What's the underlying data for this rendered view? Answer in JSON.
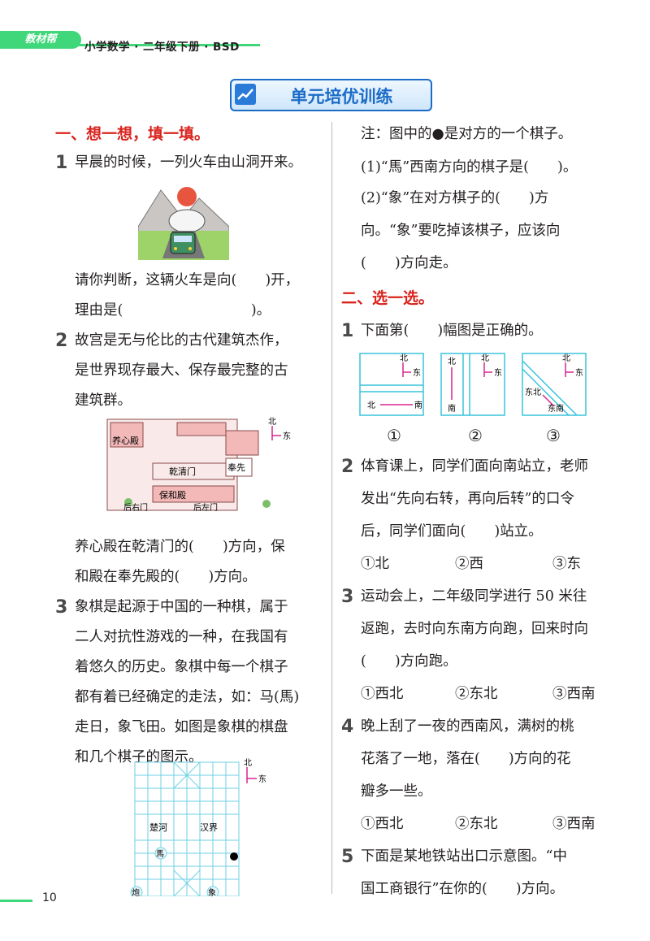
{
  "header": {
    "tag": "教材帮",
    "book": "小学数学 · 二年级下册 · BSD"
  },
  "title": "单元培优训练",
  "left": {
    "section1": "一、想一想，填一填。",
    "q1": {
      "num": "1",
      "l1": "早晨的时候，一列火车由山洞开来。",
      "l2": "请你判断，这辆火车是向(　　)开，",
      "l3": "理由是(　　　　　　　　　)。"
    },
    "q2": {
      "num": "2",
      "l1": "故宫是无与伦比的古代建筑杰作，",
      "l2": "是世界现存最大、保存最完整的古",
      "l3": "建筑群。",
      "l4": "养心殿在乾清门的(　　)方向，保",
      "l5": "和殿在奉先殿的(　　)方向。"
    },
    "q2map": {
      "north": "北",
      "east": "东",
      "yangxin": "养心殿",
      "qianqing": "乾清门",
      "fengxian": "奉先",
      "baohe": "保和殿",
      "houyou": "后右门",
      "houzuo": "后左门"
    },
    "q3": {
      "num": "3",
      "l1": "象棋是起源于中国的一种棋，属于",
      "l2": "二人对抗性游戏的一种，在我国有",
      "l3": "着悠久的历史。象棋中每一个棋子",
      "l4": "都有着已经确定的走法，如：马(馬)",
      "l5": "走日，象飞田。如图是象棋的棋盘",
      "l6": "和几个棋子的图示。"
    },
    "board": {
      "north": "北",
      "east": "东",
      "chuhe": "楚河",
      "hanjie": "汉界",
      "ma": "馬",
      "pao": "炮",
      "xiang": "象"
    }
  },
  "right": {
    "note": "注：图中的●是对方的一个棋子。",
    "r1": "(1)“馬”西南方向的棋子是(　　)。",
    "r2a": "(2)“象”在对方棋子的(　　)方",
    "r2b": "向。“象”要吃掉该棋子，应该向",
    "r2c": "(　　)方向走。",
    "section2": "二、选一选。",
    "c1": {
      "num": "1",
      "l1": "下面第(　　)幅图是正确的。"
    },
    "c1figs": {
      "n": "北",
      "e": "东",
      "s": "南",
      "l1": "①",
      "l2": "②",
      "l3": "③"
    },
    "c2": {
      "num": "2",
      "l1": "体育课上，同学们面向南站立，老师",
      "l2": "发出“先向右转，再向后转”的口令",
      "l3": "后，同学们面向(　　)站立。",
      "o1": "①北",
      "o2": "②西",
      "o3": "③东"
    },
    "c3": {
      "num": "3",
      "l1": "运动会上，二年级同学进行 50 米往",
      "l2": "返跑，去时向东南方向跑，回来时向",
      "l3": "(　　)方向跑。",
      "o1": "①西北",
      "o2": "②东北",
      "o3": "③西南"
    },
    "c4": {
      "num": "4",
      "l1": "晚上刮了一夜的西南风，满树的桃",
      "l2": "花落了一地，落在(　　)方向的花",
      "l3": "瓣多一些。",
      "o1": "①西北",
      "o2": "②东北",
      "o3": "③西南"
    },
    "c5": {
      "num": "5",
      "l1": "下面是某地铁站出口示意图。“中",
      "l2": "国工商银行”在你的(　　)方向。"
    }
  },
  "page_number": "10"
}
